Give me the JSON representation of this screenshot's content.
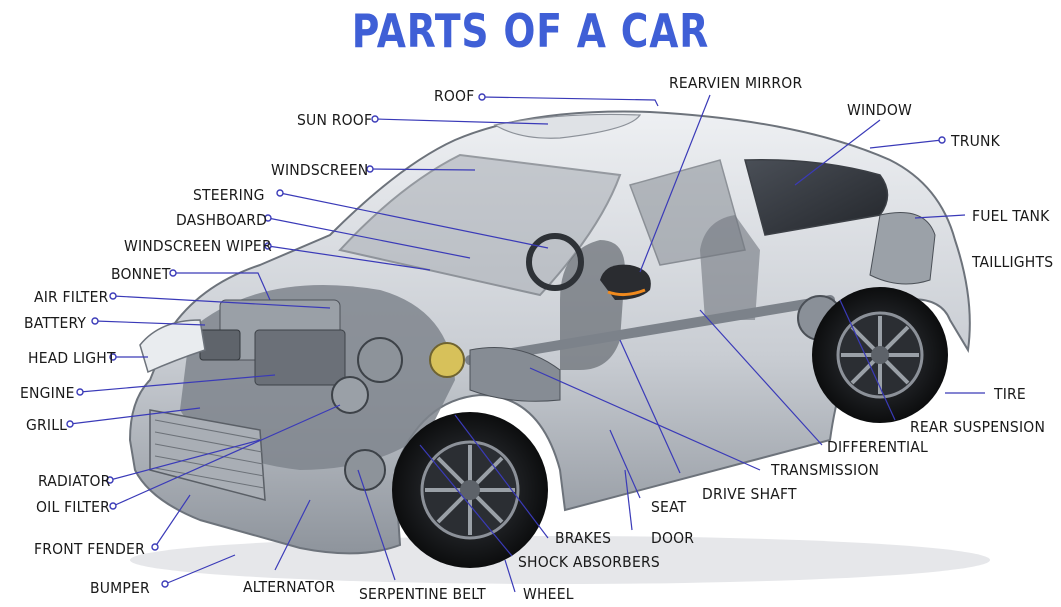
{
  "title": "PARTS OF A CAR",
  "labels": {
    "roof": "ROOF",
    "rearview_mirror": "REARVIEN MIRROR",
    "sun_roof": "SUN ROOF",
    "window": "WINDOW",
    "trunk": "TRUNK",
    "windscreen": "WINDSCREEN",
    "steering": "STEERING",
    "dashboard": "DASHBOARD",
    "windscreen_wiper": "WINDSCREEN WIPER",
    "fuel_tank": "FUEL TANK",
    "taillights": "TAILLIGHTS",
    "bonnet": "BONNET",
    "air_filter": "AIR FILTER",
    "battery": "BATTERY",
    "head_light": "HEAD LIGHT",
    "engine": "ENGINE",
    "grill": "GRILL",
    "tire": "TIRE",
    "rear_suspension": "REAR SUSPENSION",
    "differential": "DIFFERENTIAL",
    "transmission": "TRANSMISSION",
    "radiator": "RADIATOR",
    "drive_shaft": "DRIVE SHAFT",
    "oil_filter": "OIL FILTER",
    "seat": "SEAT",
    "front_fender": "FRONT FENDER",
    "brakes": "BRAKES",
    "door": "DOOR",
    "shock_absorbers": "SHOCK ABSORBERS",
    "bumper": "BUMPER",
    "alternator": "ALTERNATOR",
    "serpentine_belt": "SERPENTINE BELT",
    "wheel": "WHEEL"
  },
  "colors": {
    "title": "#3f5fd6",
    "leader": "#3a3ab8",
    "label": "#1a1a1a"
  }
}
